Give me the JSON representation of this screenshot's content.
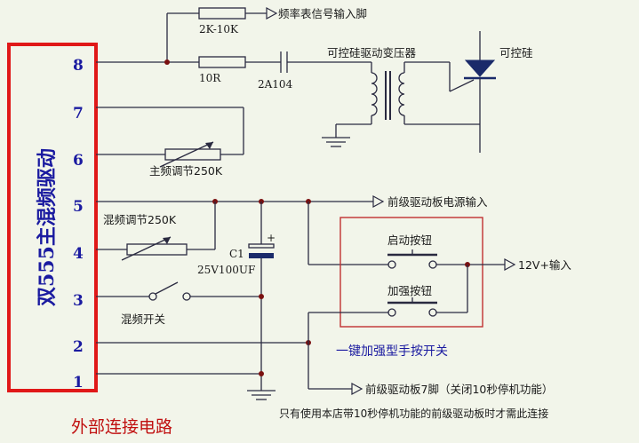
{
  "chip": {
    "title": "双555主混频驱动",
    "pins": [
      "8",
      "7",
      "6",
      "5",
      "4",
      "3",
      "2",
      "1"
    ]
  },
  "components": {
    "r_top": "2K-10K",
    "r_10r": "10R",
    "cap_2a104": "2A104",
    "transformer": "可控硅驱动变压器",
    "scr": "可控硅",
    "main_pot": "主频调节250K",
    "mix_pot": "混频调节250K",
    "c1_name": "C1",
    "c1_value": "25V100UF",
    "mix_switch": "混频开关",
    "start_button": "启动按钮",
    "boost_button": "加强按钮"
  },
  "signals": {
    "freq_meter": "频率表信号输入脚",
    "front_power": "前级驱动板电源输入",
    "v12_input": "12V+输入",
    "front_pin7": "前级驱动板7脚（关闭10秒停机功能）"
  },
  "notes": {
    "one_key": "一键加强型手按开关",
    "only_use": "只有使用本店带10秒停机功能的前级驱动板时才需此连接",
    "external": "外部连接电路"
  },
  "colors": {
    "chip_border": "#e01818",
    "pin_text": "#1a1aa0",
    "box_border": "#c03030",
    "note_red": "#c01010"
  }
}
